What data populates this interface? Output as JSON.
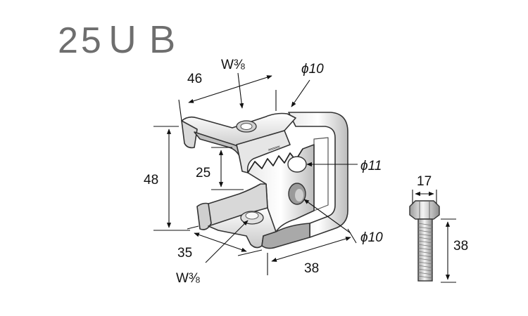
{
  "title": "25ＵＢ",
  "dimensions": {
    "top_width": "46",
    "top_bolt": "W⅜",
    "top_hole": "ϕ10",
    "height": "48",
    "inner_height": "25",
    "side_hole": "ϕ11",
    "lower_hole": "ϕ10",
    "bottom_depth": "35",
    "bottom_bolt": "W⅜",
    "bottom_width": "38"
  },
  "bolt": {
    "head_width": "17",
    "length": "38"
  },
  "colors": {
    "title": "#6e6e6e",
    "metal_light": "#f2f2f2",
    "metal_mid": "#c9c9c9",
    "metal_dark": "#8a8a8a",
    "outline": "#333333"
  }
}
